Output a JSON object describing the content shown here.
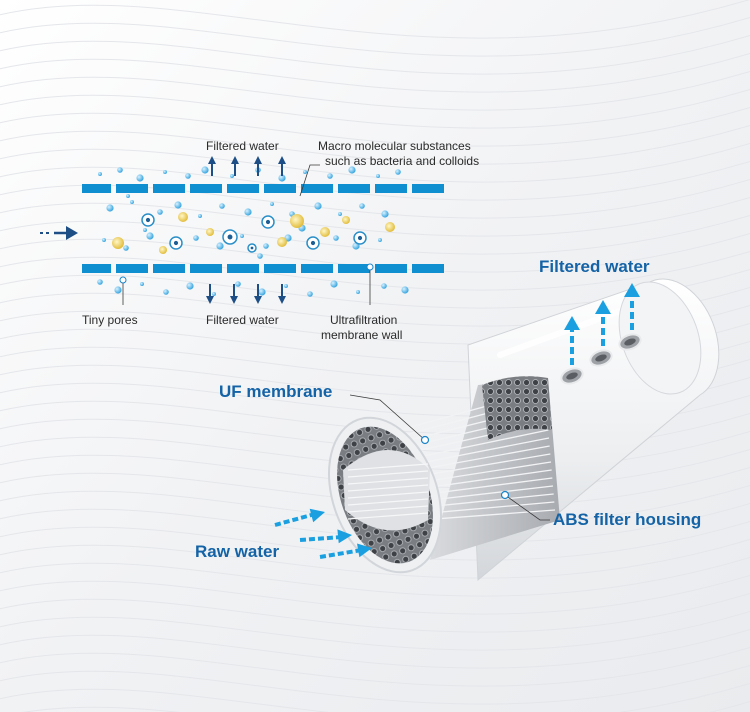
{
  "labels": {
    "filtered_water_top": "Filtered water",
    "macro_line1": "Macro molecular substances",
    "macro_line2": "such as bacteria and colloids",
    "tiny_pores": "Tiny pores",
    "filtered_water_bottom": "Filtered water",
    "uf_wall_line1": "Ultrafiltration",
    "uf_wall_line2": "membrane wall",
    "filtered_water_big": "Filtered water",
    "uf_membrane": "UF membrane",
    "abs_housing": "ABS filter housing",
    "raw_water": "Raw water"
  },
  "colors": {
    "membrane_blue": "#0f8fd0",
    "particle_blue": "#4fb3e6",
    "particle_yellow": "#e8c85a",
    "arrow_dark": "#1d4f86",
    "label_blue": "#1463a6",
    "arrow_cyan": "#1aa0e0"
  }
}
